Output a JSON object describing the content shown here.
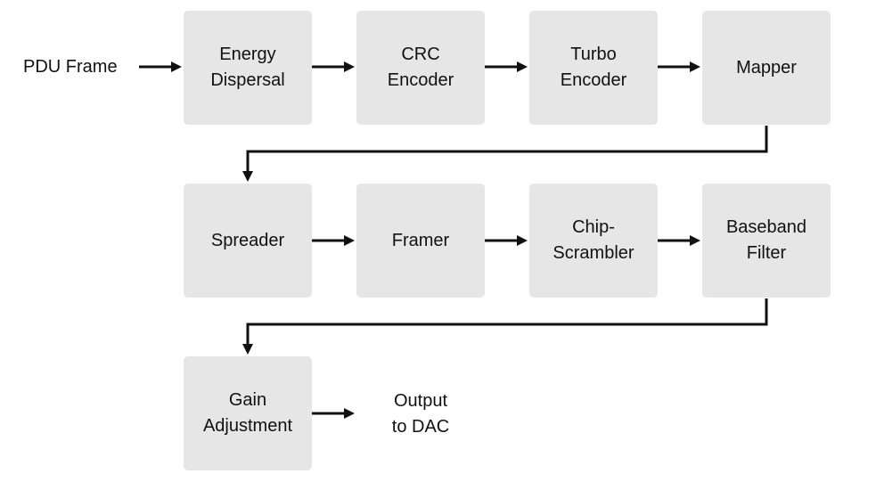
{
  "input_label": "PDU Frame",
  "output_label": "Output\nto DAC",
  "blocks": {
    "energy_dispersal": "Energy\nDispersal",
    "crc_encoder": "CRC\nEncoder",
    "turbo_encoder": "Turbo\nEncoder",
    "mapper": "Mapper",
    "spreader": "Spreader",
    "framer": "Framer",
    "chip_scrambler": "Chip-\nScrambler",
    "baseband_filter": "Baseband\nFilter",
    "gain_adjustment": "Gain\nAdjustment"
  },
  "colors": {
    "block_fill": "#e6e6e6",
    "line": "#111111"
  }
}
